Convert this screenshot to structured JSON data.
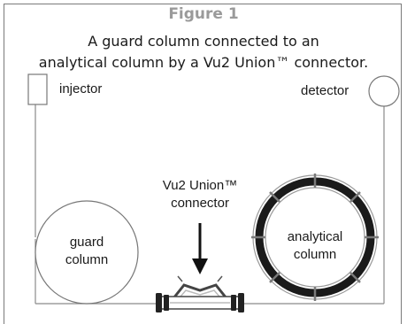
{
  "figure": {
    "title": "Figure 1",
    "caption_line1": "A guard column connected to an",
    "caption_line2": "analytical column by a Vu2 Union™ connector."
  },
  "labels": {
    "injector": "injector",
    "detector": "detector",
    "connector_line1": "Vu2 Union™",
    "connector_line2": "connector",
    "guard_line1": "guard",
    "guard_line2": "column",
    "analytical_line1": "analytical",
    "analytical_line2": "column"
  },
  "colors": {
    "line": "#888888",
    "ring": "#1a1a1a",
    "title": "#9a9a9a"
  }
}
